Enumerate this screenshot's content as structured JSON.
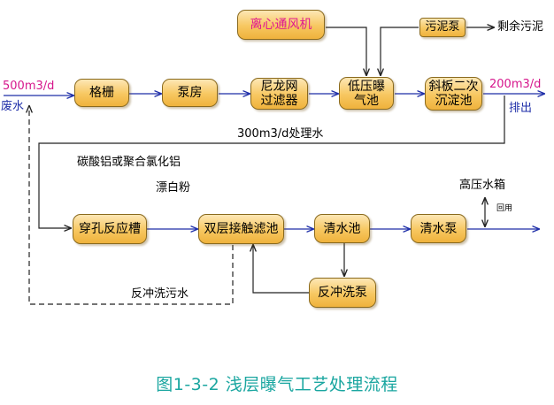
{
  "title": "图1-3-2  浅层曝气工艺处理流程",
  "nodes": {
    "geshan": "格栅",
    "bengfang": "泵房",
    "nilong": "尼龙网\n过滤器",
    "dibaoqi": "低压曝\n气池",
    "xieban": "斜板二次\n沉淀池",
    "fengji": "离心通风机",
    "wunibeng": "污泥泵",
    "chuankong": "穿孔反应槽",
    "shuangceng": "双层接触滤池",
    "qingshuichi": "清水池",
    "qingshuibeng": "清水泵",
    "fanchongbeng": "反冲洗泵"
  },
  "labels": {
    "inflow": "500m3/d",
    "wastewater": "废水",
    "outflow": "200m3/d",
    "discharge": "排出",
    "recycle": "300m3/d处理水",
    "sludge": "剩余污泥",
    "chem1": "碳酸铝或聚合氯化铝",
    "chem2": "漂白粉",
    "tank": "高压水箱",
    "reuse": "回用",
    "backwash": "反冲洗污水"
  },
  "colors": {
    "arrow": "#1e2ea8",
    "node_border": "#8a6a1e",
    "highlight": "#d6168c",
    "title": "#1aa6a0"
  }
}
